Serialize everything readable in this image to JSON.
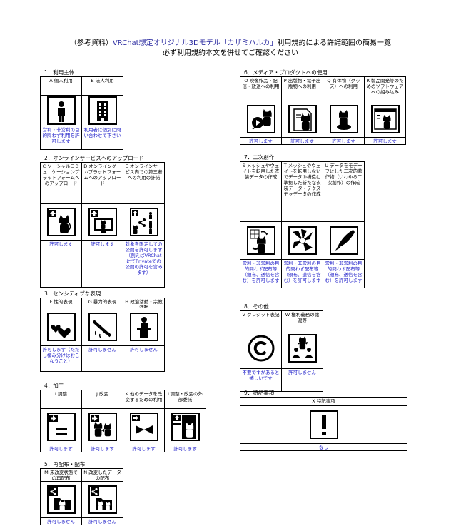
{
  "header": {
    "line1_prefix": "（参考資料）",
    "line1_vr": "VRChat想定オリジナル3Dモデル「カザミハルカ」",
    "line1_suffix": "利用規約による許諾範囲の簡易一覧",
    "line2": "必ず利用規約本文を併せてご確認ください"
  },
  "sections": {
    "s1": {
      "title": "1．利用主体",
      "items": [
        {
          "label": "A 個人利用",
          "icon": "person-icon",
          "result": "営利・非営利の目的問わず利用を許可します"
        },
        {
          "label": "B 法人利用",
          "icon": "building-icon",
          "result": "利用者に個別に問い合わせて下さい"
        }
      ]
    },
    "s2": {
      "title": "2．オンラインサービスへのアップロード",
      "items": [
        {
          "label": "C ソーシャルコミュニケーションプラットフォームへのアップロード",
          "icon": "upload-cat-icon",
          "result": "許可します"
        },
        {
          "label": "D オンラインゲームプラットフォームへのアップロード",
          "icon": "upload-monitor-icon",
          "result": "許可します"
        },
        {
          "label": "E オンラインサービス内での第三者への利用の許諾",
          "icon": "share-users-icon",
          "result": "対象を限定しての公開を許可します（例えばVRChatにてPrivateでの公開の許可を含みます）"
        }
      ]
    },
    "s3": {
      "title": "3．センシティブな表現",
      "items": [
        {
          "label": "F 性的表現",
          "icon": "hearts-icon",
          "result": "許可します（ただし棲み分けはおこなうこと）"
        },
        {
          "label": "G 暴力的表現",
          "icon": "knife-icon",
          "result": "許可しません"
        },
        {
          "label": "H 政治活動・宗教活動",
          "icon": "podium-icon",
          "result": "許可しません"
        }
      ]
    },
    "s4": {
      "title": "4．加工",
      "items": [
        {
          "label": "I 調整",
          "icon": "adjust-icon",
          "result": "許可します"
        },
        {
          "label": "J 改変",
          "icon": "modify-icon",
          "result": "許可します"
        },
        {
          "label": "K 他のデータを改変するための利用",
          "icon": "ribbon-icon",
          "result": "許可します"
        },
        {
          "label": "L調整・改変の外部委託",
          "icon": "outsource-icon",
          "result": "許可します"
        }
      ]
    },
    "s5": {
      "title": "5．再配布・配布",
      "items": [
        {
          "label": "M 未改変状態での再配布",
          "icon": "redistribute-icon",
          "result": "許可しません"
        },
        {
          "label": "N 改変したデータの配布",
          "icon": "distribute-modified-icon",
          "result": "許可しません"
        }
      ]
    },
    "s6": {
      "title": "6．メディア・プロダクトへの使用",
      "items": [
        {
          "label": "O 映像作品・配信・放送への利用",
          "icon": "video-icon",
          "result": "許可します"
        },
        {
          "label": "P 出版物・電子出版物への利用",
          "icon": "publication-icon",
          "result": "許可します"
        },
        {
          "label": "Q 有体物（グッズ）への利用",
          "icon": "goods-icon",
          "result": "許可します"
        },
        {
          "label": "R 製品開発等のためのソフトウェアへの組み込み",
          "icon": "software-icon",
          "result": "許可します"
        }
      ]
    },
    "s7": {
      "title": "7．二次創作",
      "items": [
        {
          "label": "S メッシュやウェイトを転用した衣装データの作成",
          "icon": "mesh-icon",
          "result": "営利・非営利の目的問わず配布等（頒布、送信を含む）を許可します"
        },
        {
          "label": "T メッシュやウェイトを転用しないでデータの構造に準拠した新たな衣装データ・テクスチャデータの作成",
          "icon": "texture-icon",
          "result": "営利・非営利の目的問わず配布等（頒布、送信を含む）を許可します"
        },
        {
          "label": "U データをモデーフにした二次的著作物（いわゆる二次創作）の作成",
          "icon": "pen-icon",
          "result": "営利・非営利の目的問わず配布等（頒布、送信を含む）を許可します"
        }
      ]
    },
    "s8": {
      "title": "8．その他",
      "items": [
        {
          "label": "V クレジット表記",
          "icon": "copyright-icon",
          "result": "不要ですがあると嬉しいです"
        },
        {
          "label": "W 権利義務の譲渡等",
          "icon": "transfer-icon",
          "result": "許可しません"
        }
      ]
    },
    "s9": {
      "title": "9．特記事項",
      "items": [
        {
          "label": "X 特記事項",
          "icon": "exclamation-icon",
          "result": "なし"
        }
      ]
    }
  }
}
